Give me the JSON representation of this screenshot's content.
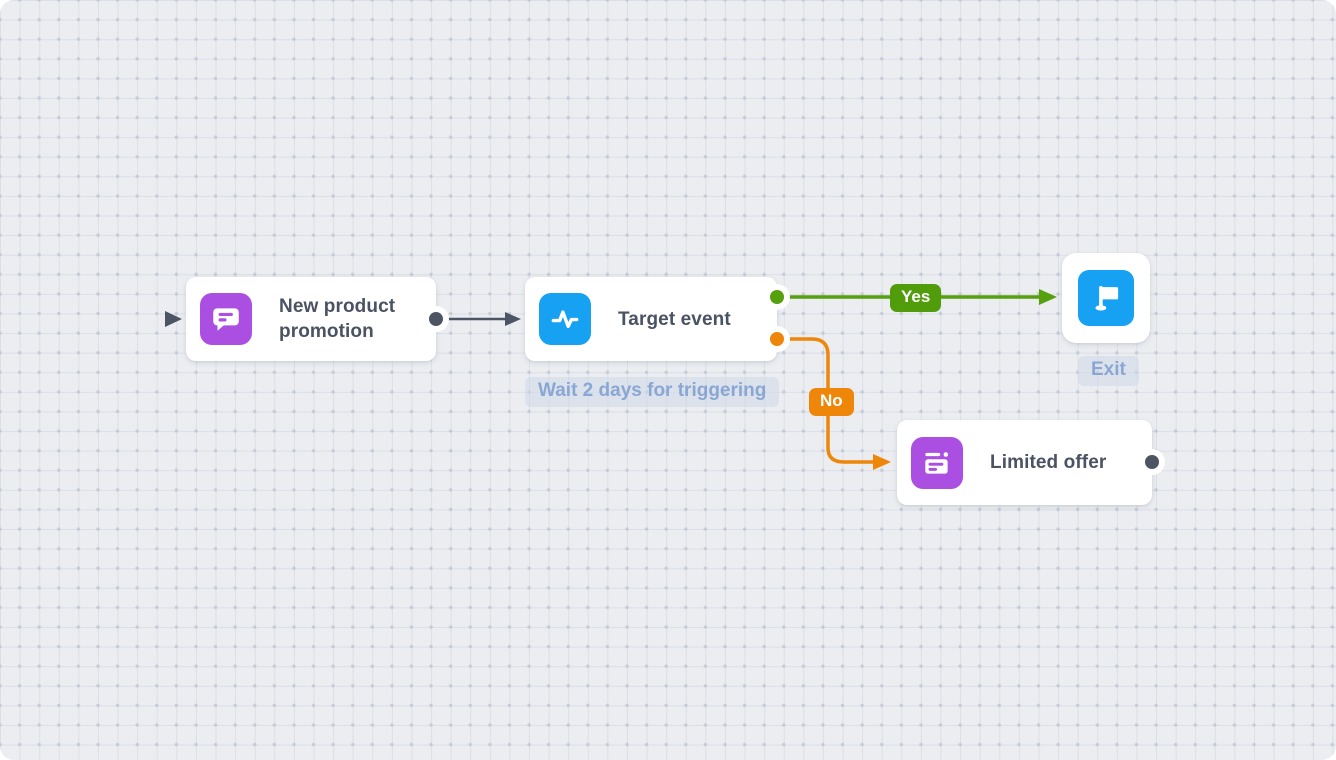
{
  "canvas": {
    "background_color": "#ebedf1",
    "grid_dot_color": "#b8bece",
    "grid_line_color": "#ced3df"
  },
  "nodes": {
    "new_product_promotion": {
      "label": "New product promotion",
      "icon": "chat-message-icon",
      "icon_color": "#ab4fe3"
    },
    "target_event": {
      "label": "Target event",
      "icon": "pulse-icon",
      "icon_color": "#17a1f2",
      "note": "Wait 2 days for triggering"
    },
    "exit": {
      "label": "Exit",
      "icon": "flag-icon",
      "icon_color": "#17a1f2"
    },
    "limited_offer": {
      "label": "Limited offer",
      "icon": "promo-card-icon",
      "icon_color": "#ab4fe3"
    }
  },
  "edges": {
    "yes_label": "Yes",
    "no_label": "No",
    "yes_color": "#55a00c",
    "no_color": "#ee8609",
    "neutral_color": "#4d5565"
  }
}
